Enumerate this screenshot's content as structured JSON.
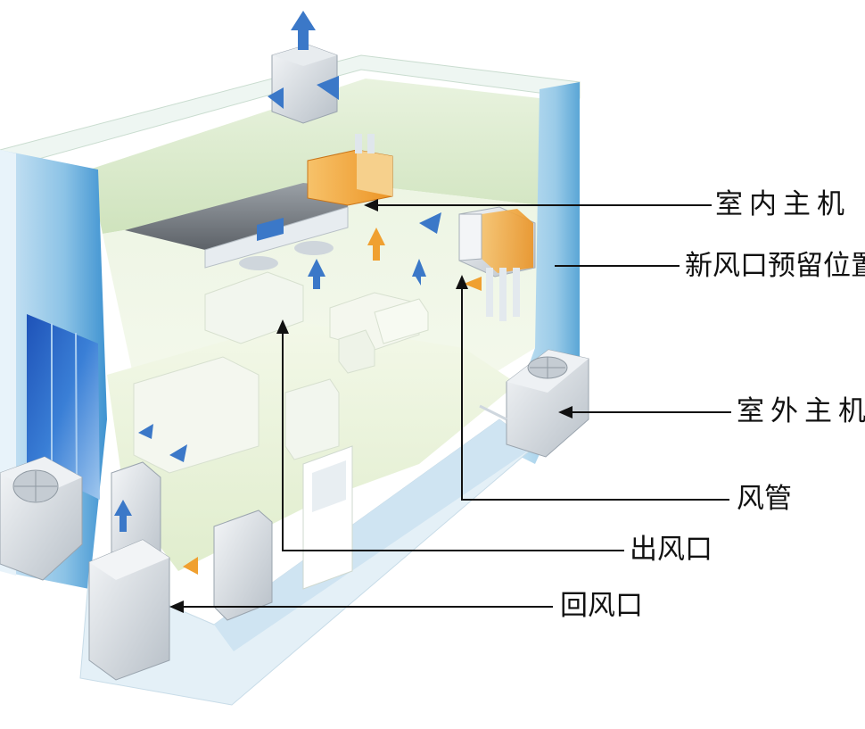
{
  "labels": {
    "indoor_unit": "室内主机",
    "fresh_air_inlet": "新风口预留位置",
    "outdoor_unit": "室外主机",
    "duct": "风管",
    "supply_vent": "出风口",
    "return_vent": "回风口"
  },
  "colors": {
    "wall_blue": "#5aa6d6",
    "ceiling_green": "#dceccd",
    "airflow_blue": "#3b78c8",
    "warm_air_orange": "#f0a030",
    "pointer_line": "#111111"
  }
}
